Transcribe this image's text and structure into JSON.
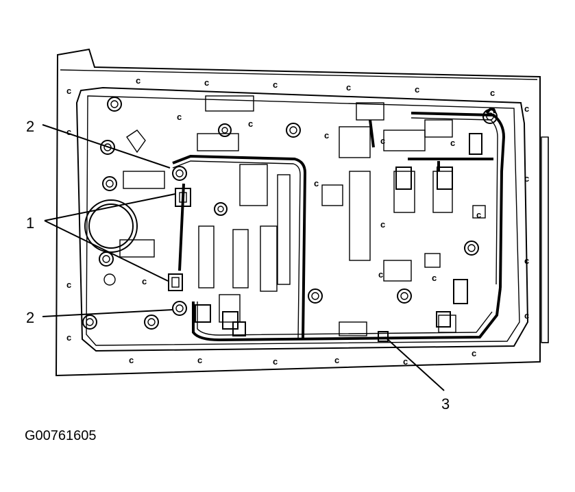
{
  "callouts": {
    "label_1": "1",
    "label_2_top": "2",
    "label_2_bottom": "2",
    "label_3": "3"
  },
  "caption": "G00761605",
  "bolt_marker": "c"
}
